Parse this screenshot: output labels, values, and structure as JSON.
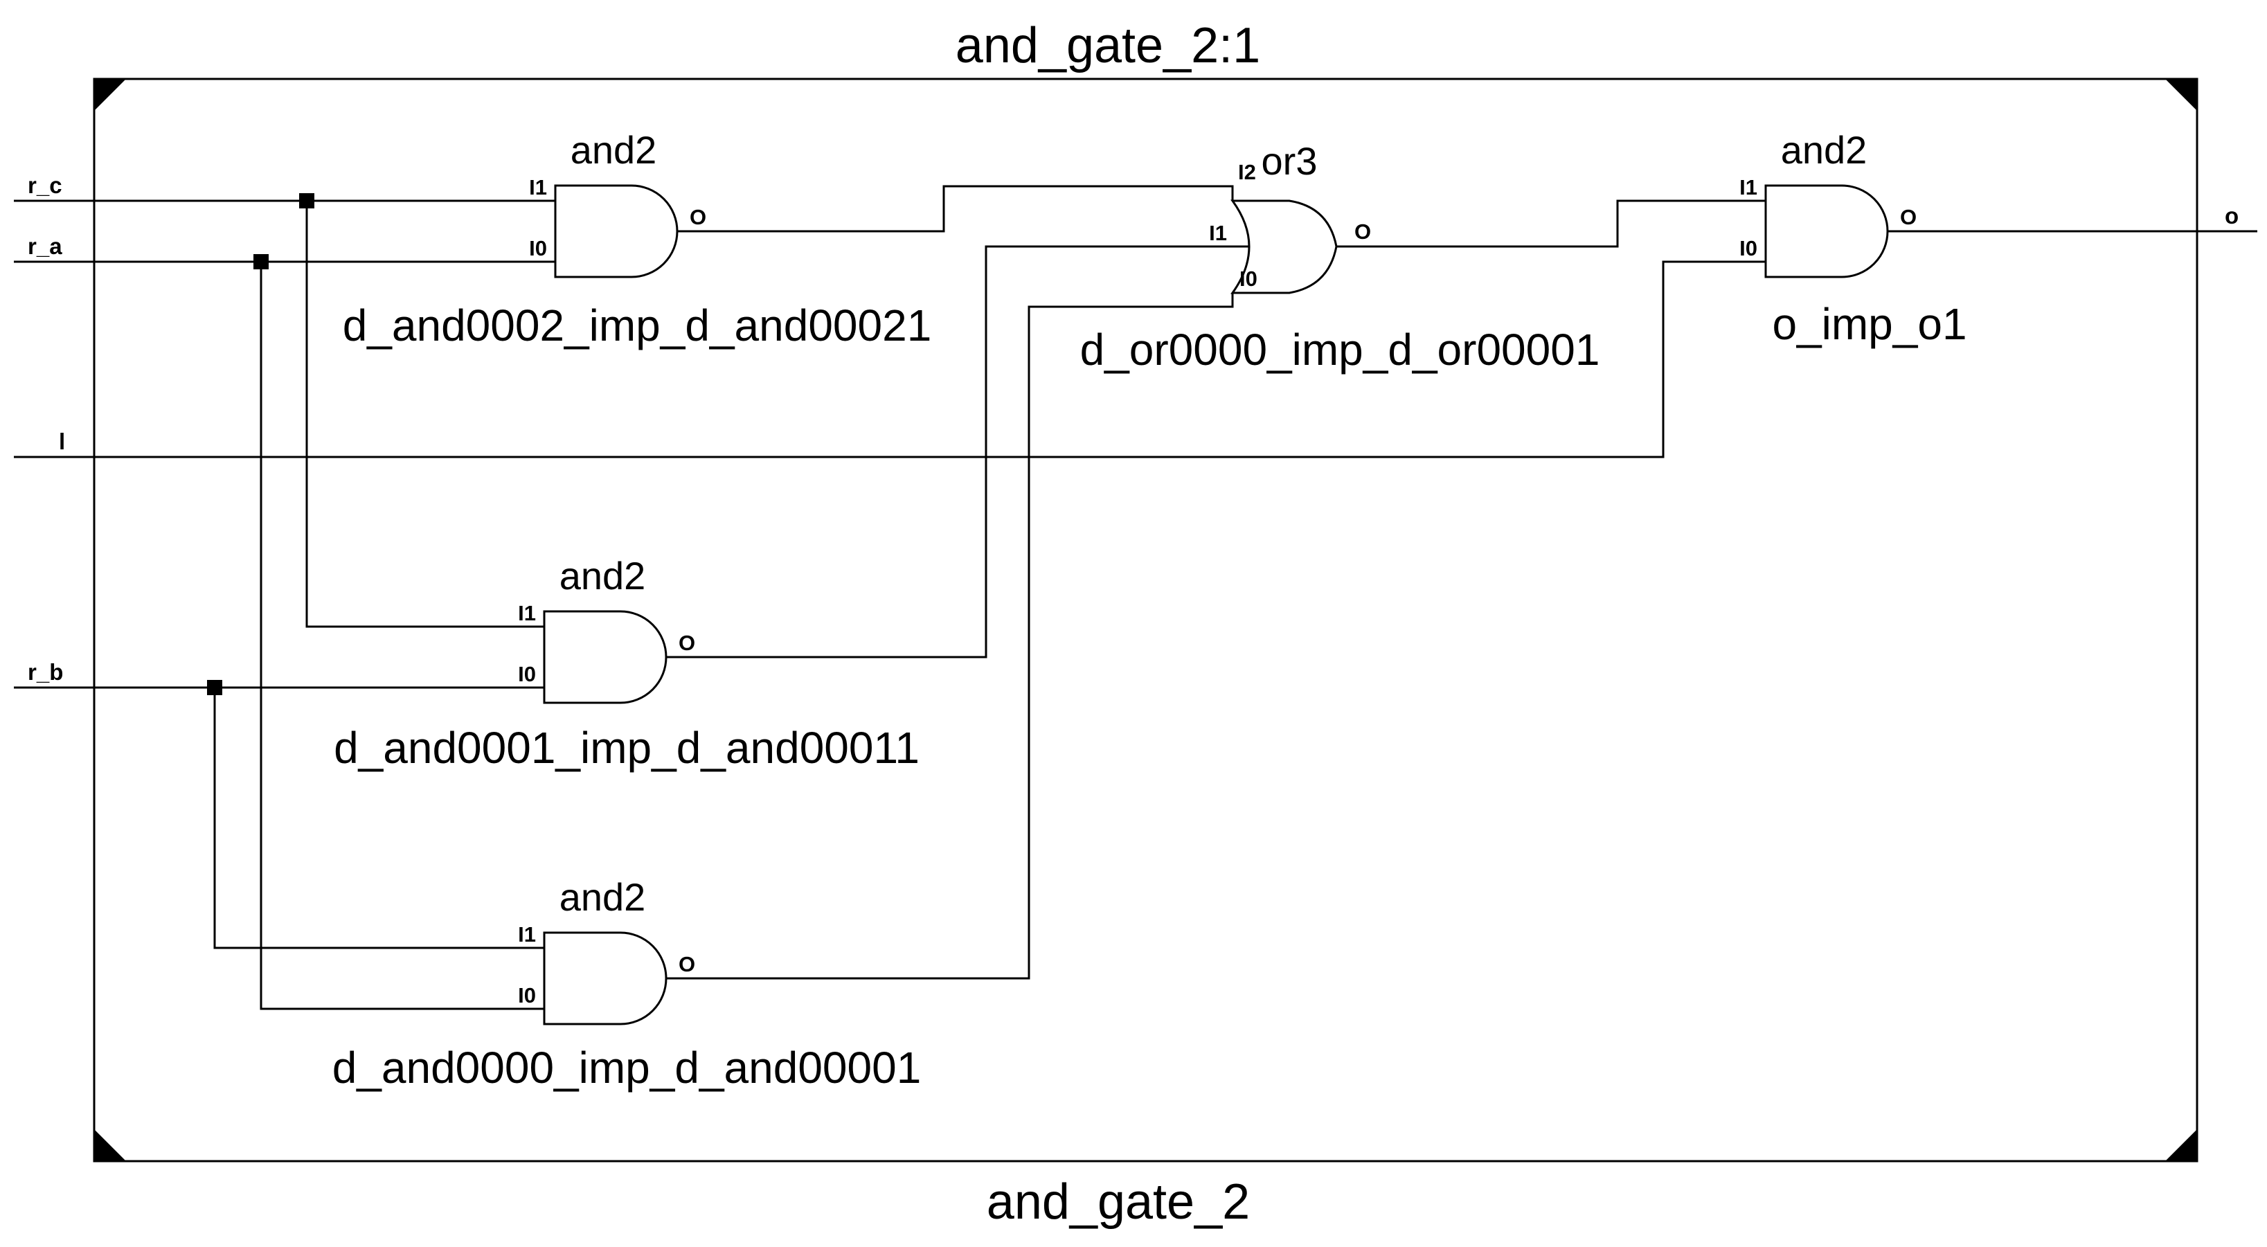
{
  "colors": {
    "ink": "#000000",
    "background": "#ffffff"
  },
  "schematic": {
    "sheet_title_top": "and_gate_2:1",
    "sheet_title_bottom": "and_gate_2",
    "inputs": {
      "r_c": "r_c",
      "r_a": "r_a",
      "l": "l",
      "r_b": "r_b"
    },
    "output": {
      "o": "o"
    },
    "gates": {
      "and_top": {
        "type": "and2",
        "instance": "d_and0002_imp_d_and00021",
        "i1": "I1",
        "i0": "I0",
        "o": "O"
      },
      "and_mid": {
        "type": "and2",
        "instance": "d_and0001_imp_d_and00011",
        "i1": "I1",
        "i0": "I0",
        "o": "O"
      },
      "and_bot": {
        "type": "and2",
        "instance": "d_and0000_imp_d_and00001",
        "i1": "I1",
        "i0": "I0",
        "o": "O"
      },
      "or_main": {
        "type": "or3",
        "instance": "d_or0000_imp_d_or00001",
        "i2": "I2",
        "i1": "I1",
        "i0": "I0",
        "o": "O"
      },
      "and_out": {
        "type": "and2",
        "instance": "o_imp_o1",
        "i1": "I1",
        "i0": "I0",
        "o": "O"
      }
    }
  }
}
